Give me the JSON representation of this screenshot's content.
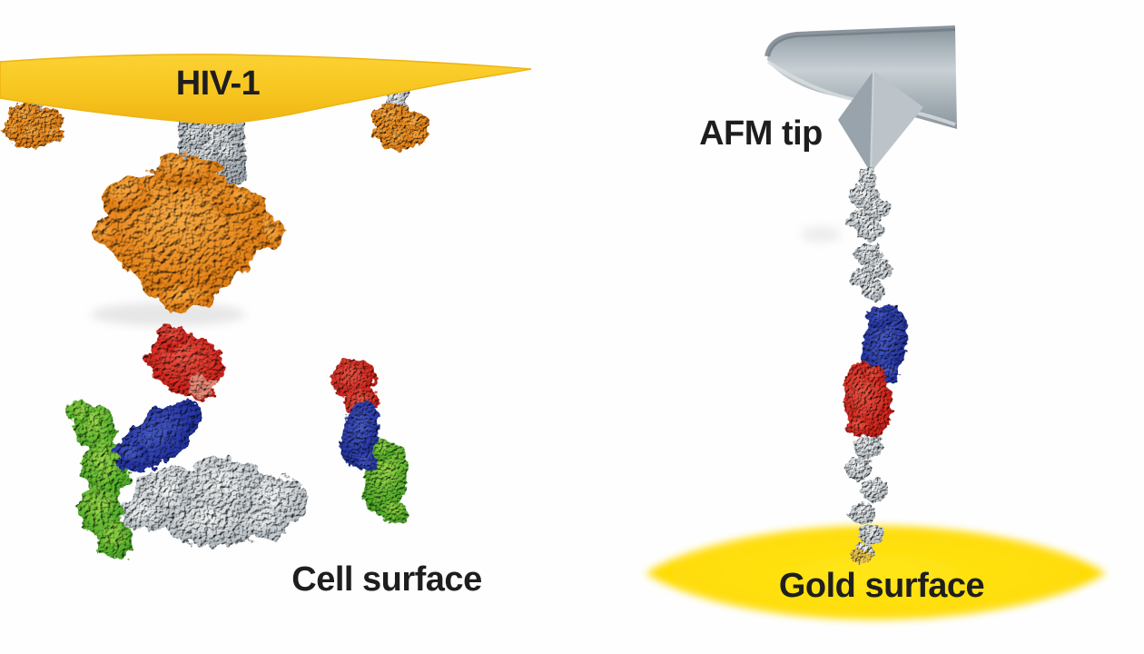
{
  "figure": {
    "left_panel": {
      "virus_label": "HIV-1",
      "surface_label": "Cell surface"
    },
    "right_panel": {
      "tip_label": "AFM tip",
      "surface_label": "Gold surface"
    },
    "colors": {
      "virus_membrane_yellow": "#F7C51F",
      "spike_stem_gray": "#B7BFC5",
      "spike_head_orange": "#E8861A",
      "cell_surface_green": "#A9C19D",
      "receptor_green": "#57B42C",
      "receptor_blue": "#2637A8",
      "receptor_red": "#D8271E",
      "surface_protein_gray": "#C6CDD2",
      "afm_tip_gray": "#A6B0B7",
      "gold_surface_yellow": "#FFD900",
      "label_text": "#1E1E1E"
    }
  }
}
